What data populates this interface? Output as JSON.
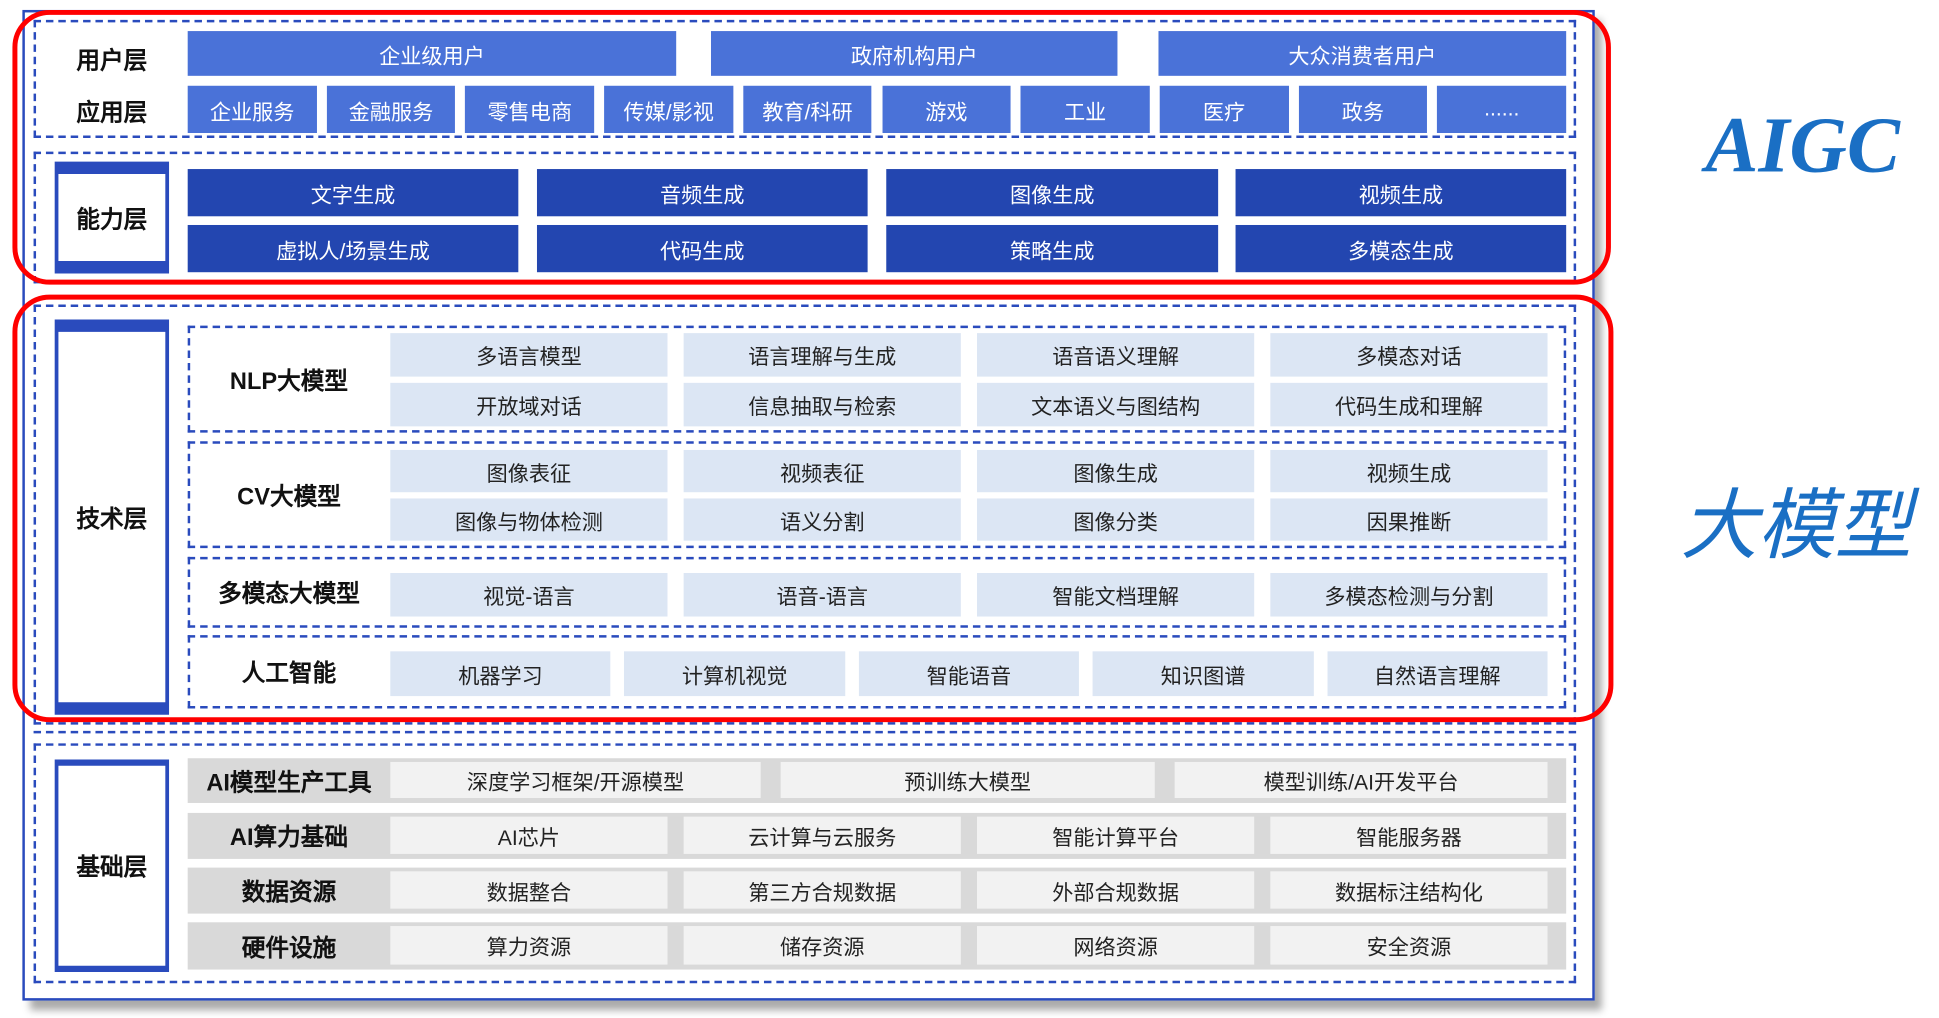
{
  "side_labels": {
    "aigc": "AIGC",
    "large_model": "大模型"
  },
  "layers": {
    "user": {
      "label": "用户层",
      "items": [
        "企业级用户",
        "政府机构用户",
        "大众消费者用户"
      ]
    },
    "application": {
      "label": "应用层",
      "items": [
        "企业服务",
        "金融服务",
        "零售电商",
        "传媒/影视",
        "教育/科研",
        "游戏",
        "工业",
        "医疗",
        "政务",
        "......"
      ]
    },
    "capability": {
      "label": "能力层",
      "items": [
        "文字生成",
        "音频生成",
        "图像生成",
        "视频生成",
        "虚拟人/场景生成",
        "代码生成",
        "策略生成",
        "多模态生成"
      ]
    },
    "technology": {
      "label": "技术层",
      "groups": [
        {
          "label": "NLP大模型",
          "items": [
            "多语言模型",
            "语言理解与生成",
            "语音语义理解",
            "多模态对话",
            "开放域对话",
            "信息抽取与检索",
            "文本语义与图结构",
            "代码生成和理解"
          ]
        },
        {
          "label": "CV大模型",
          "items": [
            "图像表征",
            "视频表征",
            "图像生成",
            "视频生成",
            "图像与物体检测",
            "语义分割",
            "图像分类",
            "因果推断"
          ]
        },
        {
          "label": "多模态大模型",
          "items": [
            "视觉-语言",
            "语音-语言",
            "智能文档理解",
            "多模态检测与分割"
          ]
        },
        {
          "label": "人工智能",
          "items": [
            "机器学习",
            "计算机视觉",
            "智能语音",
            "知识图谱",
            "自然语言理解"
          ]
        }
      ]
    },
    "foundation": {
      "label": "基础层",
      "rows": [
        {
          "label": "AI模型生产工具",
          "items": [
            "深度学习框架/开源模型",
            "预训练大模型",
            "模型训练/AI开发平台"
          ]
        },
        {
          "label": "AI算力基础",
          "items": [
            "AI芯片",
            "云计算与云服务",
            "智能计算平台",
            "智能服务器"
          ]
        },
        {
          "label": "数据资源",
          "items": [
            "数据整合",
            "第三方合规数据",
            "外部合规数据",
            "数据标注结构化"
          ]
        },
        {
          "label": "硬件设施",
          "items": [
            "算力资源",
            "储存资源",
            "网络资源",
            "安全资源"
          ]
        }
      ]
    }
  },
  "colors": {
    "user": "#4a72d8",
    "capability": "#2346b0",
    "tech_cell": "#dce6f4",
    "base_band": "#d9d9d9",
    "base_cell": "#f2f2f2",
    "frame": "#2a4bbd",
    "highlight": "#ff0000",
    "side_text": "#1a6fc4"
  }
}
